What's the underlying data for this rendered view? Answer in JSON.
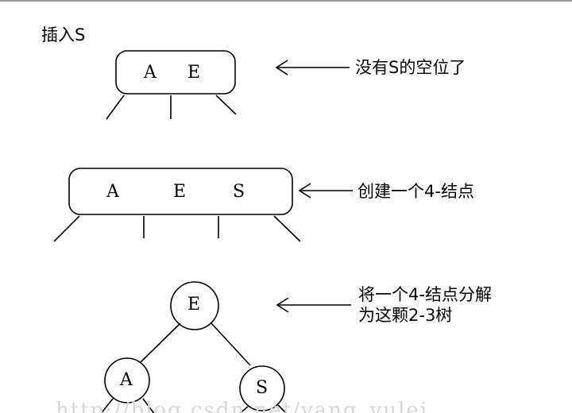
{
  "title": "插入S",
  "step1": {
    "node_keys": [
      "A",
      "E"
    ],
    "annotation": "没有S的空位了"
  },
  "step2": {
    "node_keys": [
      "A",
      "E",
      "S"
    ],
    "annotation": "创建一个4-结点"
  },
  "step3": {
    "root_key": "E",
    "left_key": "A",
    "right_key": "S",
    "annotation_line1": "将一个4-结点分解",
    "annotation_line2": "为这颗2-3树"
  },
  "watermark": "http://blog.csdn.net/yang_yulei"
}
